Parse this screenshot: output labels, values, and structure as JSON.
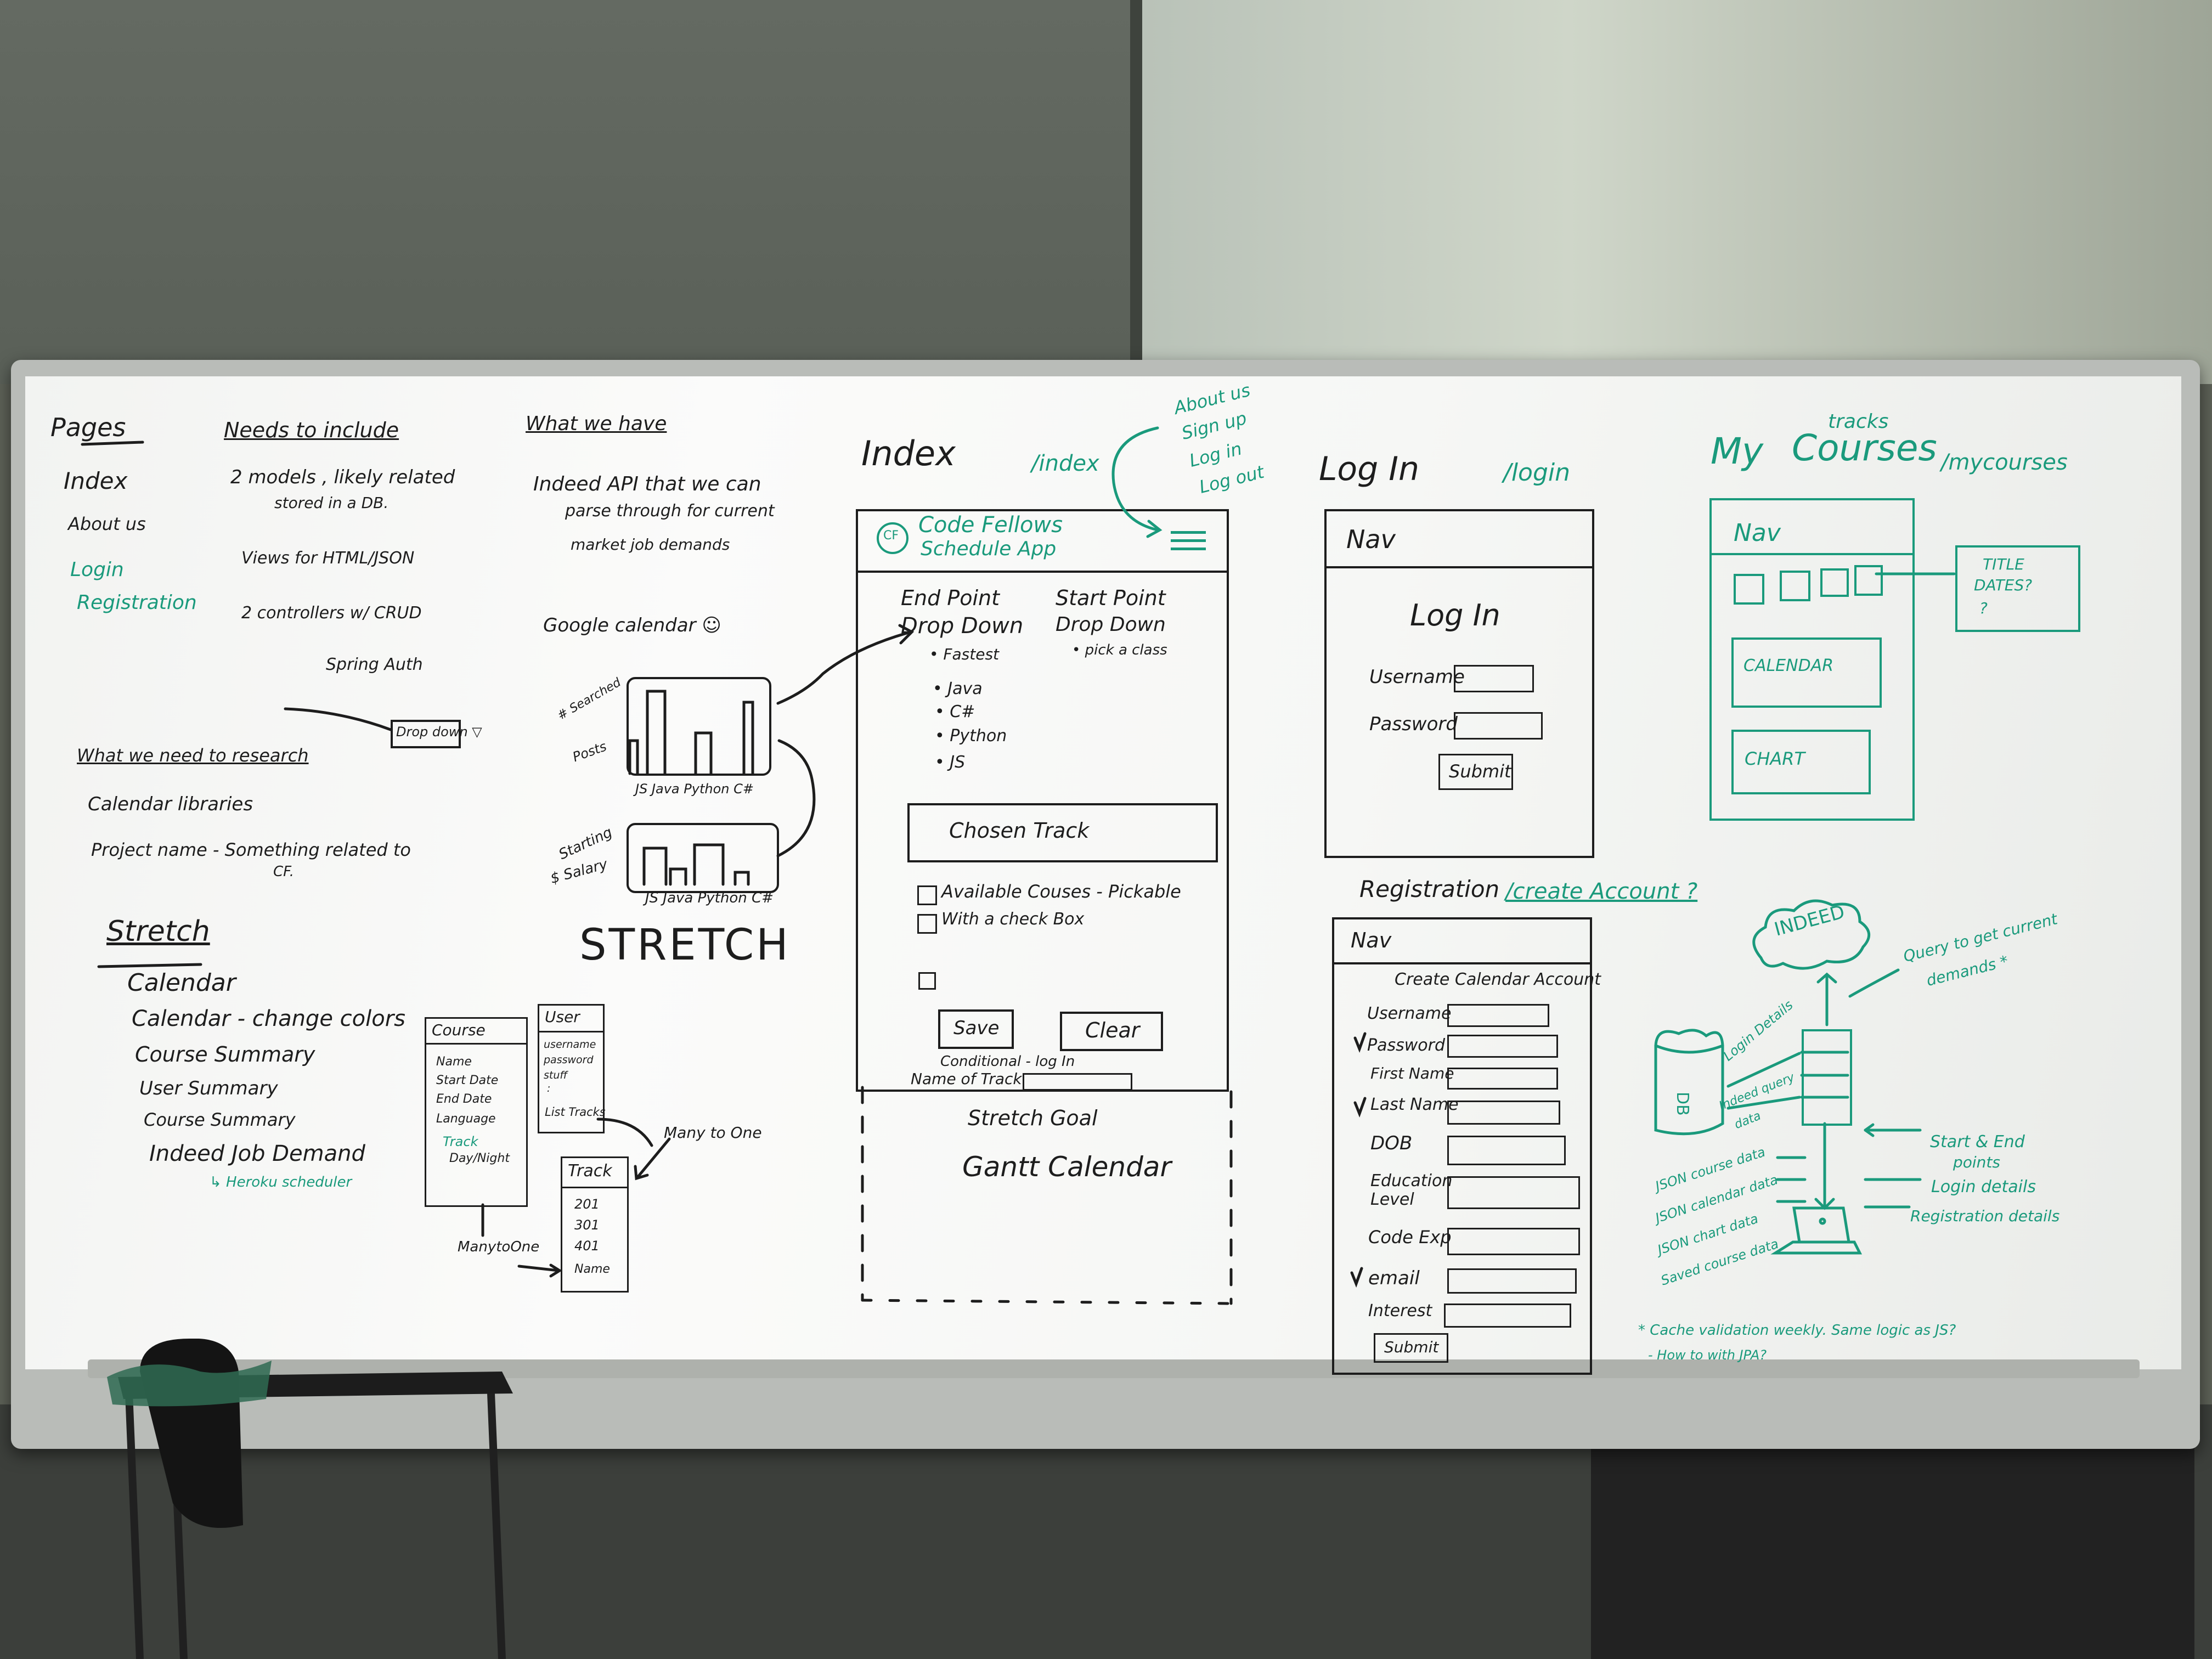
{
  "col1": {
    "pages_heading": "Pages",
    "pages_items": [
      "Index",
      "About us"
    ],
    "pages_items_green": [
      "Login",
      "Registration"
    ],
    "needs_heading": "Needs to include",
    "needs_line1": "2 models , likely related",
    "needs_line2": "stored in a DB.",
    "needs_line3": "Views for HTML/JSON",
    "needs_line4": "2 controllers w/ CRUD",
    "needs_line5": "Spring Auth",
    "dropdown_label": "Drop down ▽",
    "research_heading": "What we need to research",
    "research_item1": "Calendar libraries",
    "research_item2a": "Project name - Something related to",
    "research_item2b": "CF.",
    "stretch_heading": "Stretch",
    "stretch_items": [
      "Calendar",
      "Calendar - change colors",
      "Course Summary",
      "User Summary",
      "Course Summary",
      "Indeed Job Demand"
    ],
    "heroku_note": "↳ Heroku scheduler"
  },
  "col2": {
    "have_heading": "What we have",
    "have_line1": "Indeed API that we can",
    "have_line2": "parse through for current",
    "have_line3": "market job demands",
    "google_calendar": "Google calendar ☺",
    "chart1_ylabel_a": "# Searched",
    "chart1_ylabel_b": "Posts",
    "chart_categories": "JS Java Python C#",
    "chart2_ylabel_a": "Starting",
    "chart2_ylabel_b": "$ Salary",
    "stretch_big": "STRETCH",
    "course_entity": {
      "title": "Course",
      "fields": [
        "Name",
        "Start Date",
        "End Date",
        "Language",
        "Track",
        "Day/Night"
      ]
    },
    "user_entity": {
      "title": "User",
      "fields": [
        "username",
        "password",
        "stuff",
        ":",
        "List Tracks"
      ]
    },
    "track_entity": {
      "title": "Track",
      "fields": [
        "201",
        "301",
        "401",
        "Name"
      ]
    },
    "many_to_one_a": "Many to One",
    "many_to_one_b": "ManytoOne"
  },
  "index": {
    "heading": "Index",
    "route": "/index",
    "nav_notes": [
      "About us",
      "Sign up",
      "Log in",
      "Log out"
    ],
    "logo": "CF",
    "app_title_1": "Code Fellows",
    "app_title_2": "Schedule App",
    "end_point": "End Point",
    "drop_down": "Drop Down",
    "end_options": [
      "• Fastest",
      "• Java",
      "• C#",
      "• Python",
      "• JS"
    ],
    "start_point": "Start Point",
    "start_drop_down": "Drop Down",
    "start_note": "• pick a class",
    "chosen_track": "Chosen Track",
    "available_1": "Available Couses - Pickable",
    "available_2": "With a check Box",
    "save": "Save",
    "clear": "Clear",
    "conditional": "Conditional - log In",
    "name_of_track": "Name of Track",
    "stretch_goal": "Stretch Goal",
    "gantt": "Gantt Calendar"
  },
  "login": {
    "heading": "Log In",
    "route": "/login",
    "nav": "Nav",
    "title": "Log In",
    "username": "Username",
    "password": "Password",
    "submit": "Submit"
  },
  "registration": {
    "heading": "Registration",
    "route": "/create Account ?",
    "nav": "Nav",
    "title": "Create Calendar Account",
    "fields": [
      "Username",
      "Password",
      "First Name",
      "Last Name",
      "DOB",
      "Education Level",
      "Code Exp",
      "email",
      "Interest"
    ],
    "submit": "Submit"
  },
  "mycourses": {
    "heading_my": "My",
    "heading_courses": "Courses",
    "tracks_note": "tracks",
    "route": "/mycourses",
    "nav": "Nav",
    "title_note_1": "TITLE",
    "title_note_2": "DATES?",
    "title_note_3": "?",
    "calendar": "CALENDAR",
    "chart": "CHART"
  },
  "architecture": {
    "indeed": "INDEED",
    "query_1": "Query to get current",
    "query_2": "demands *",
    "db": "DB",
    "login_details": "Login Details",
    "indeed_query_1": "Indeed query",
    "indeed_query_2": "data",
    "json_labels": [
      "JSON course data",
      "JSON calendar data",
      "JSON chart data",
      "Saved course data"
    ],
    "right_labels": [
      "Start & End",
      "points",
      "Login details",
      "Registration details"
    ],
    "note_1": "* Cache validation weekly. Same logic as JS?",
    "note_2": "- How to with JPA?"
  },
  "colors": {
    "ink_black": "#1d1d1d",
    "ink_green": "#1a9a7c",
    "board": "#f6f7f5"
  }
}
